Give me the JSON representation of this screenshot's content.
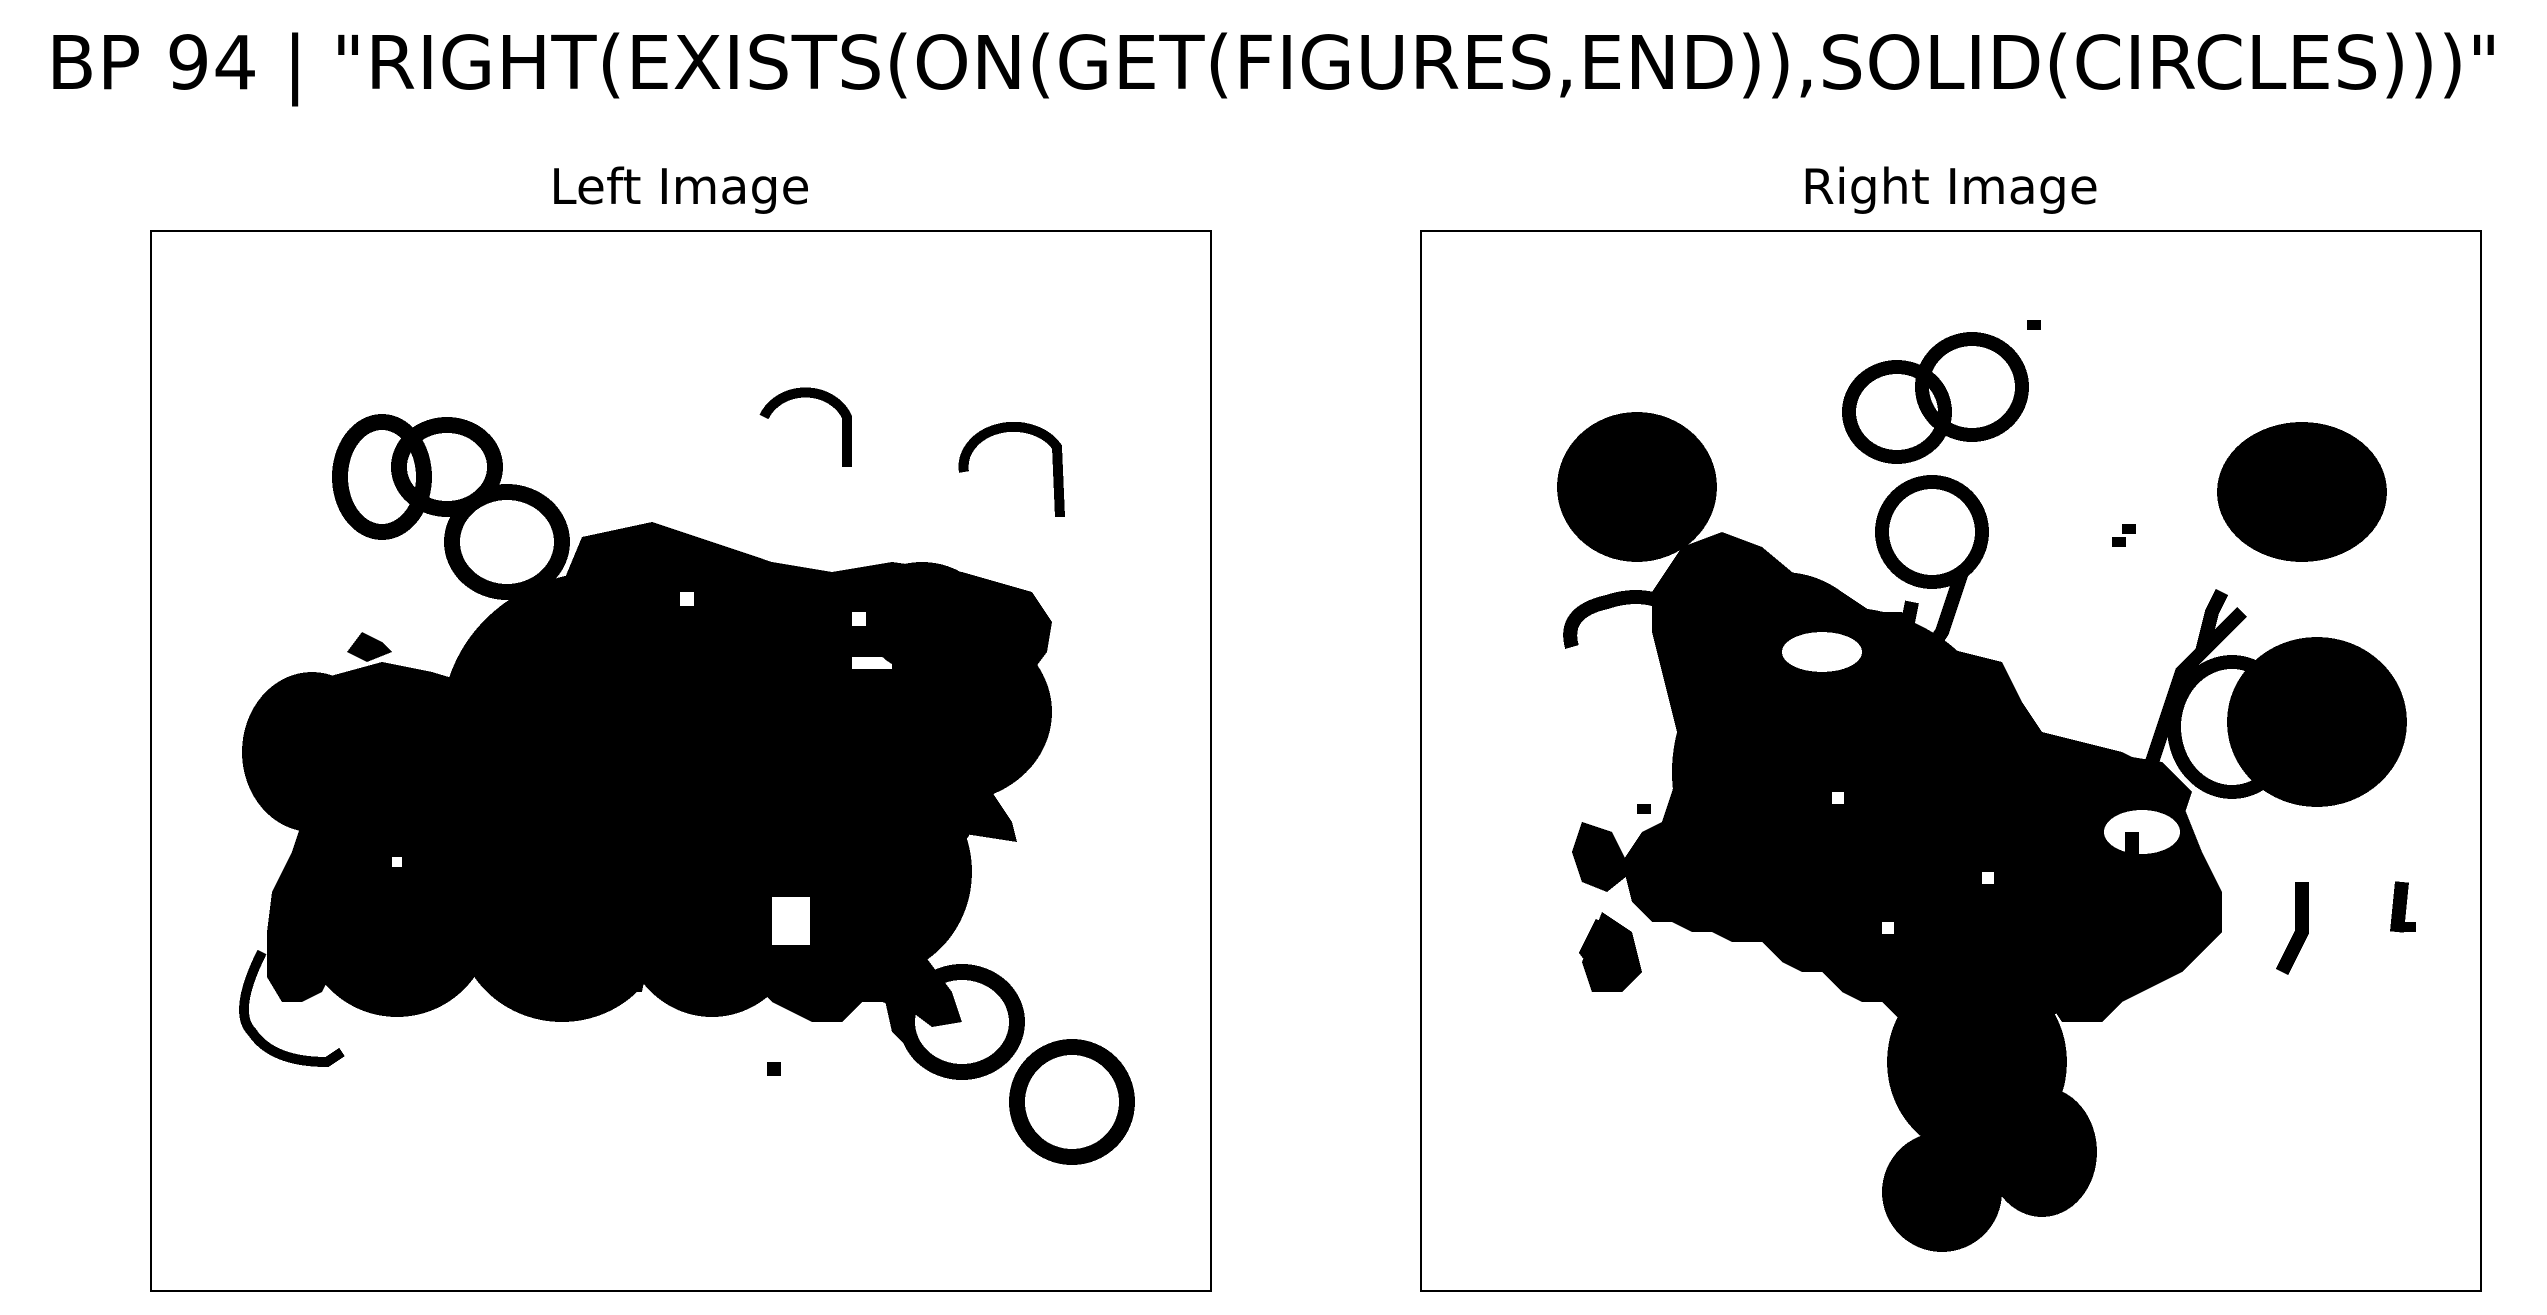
{
  "figure": {
    "title": "BP 94 | \"RIGHT(EXISTS(ON(GET(FIGURES,END)),SOLID(CIRCLES)))\""
  },
  "panels": {
    "left": {
      "title": "Left Image"
    },
    "right": {
      "title": "Right Image"
    }
  },
  "colors": {
    "background": "#ffffff",
    "ink": "#000000"
  }
}
